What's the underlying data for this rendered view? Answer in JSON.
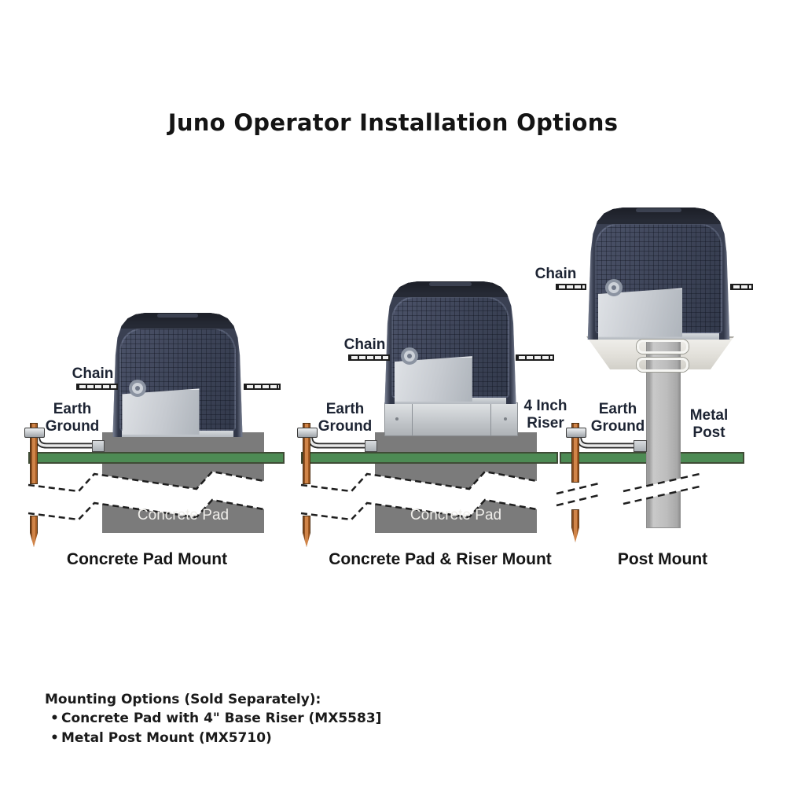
{
  "title": "Juno Operator Installation Options",
  "diagrams": [
    {
      "caption": "Concrete Pad Mount",
      "chain_label": "Chain",
      "earth_ground_label_line1": "Earth",
      "earth_ground_label_line2": "Ground",
      "pad_label": "Concrete Pad"
    },
    {
      "caption": "Concrete Pad & Riser Mount",
      "chain_label": "Chain",
      "earth_ground_label_line1": "Earth",
      "earth_ground_label_line2": "Ground",
      "pad_label": "Concrete Pad",
      "riser_label_line1": "4 Inch",
      "riser_label_line2": "Riser"
    },
    {
      "caption": "Post Mount",
      "chain_label": "Chain",
      "earth_ground_label_line1": "Earth",
      "earth_ground_label_line2": "Ground",
      "post_label_line1": "Metal",
      "post_label_line2": "Post"
    }
  ],
  "footer": {
    "heading": "Mounting Options (Sold Separately):",
    "bullet": "•",
    "items": [
      "Concrete Pad with 4\" Base Riser (MX5583]",
      "Metal Post Mount (MX5710)"
    ]
  },
  "colors": {
    "housing_dark": "#3a4052",
    "housing_cap": "#20232c",
    "access_panel_silver": "#ccd1d8",
    "concrete_pad_gray": "#7b7b7b",
    "ground_rail_green": "#4d8b54",
    "ground_rod_copper": "#c97c3e",
    "metal_post_gray": "#bdbdbd",
    "bracket_offwhite": "#ecebe6",
    "label_text": "#1d2433",
    "title_text": "#141414"
  }
}
